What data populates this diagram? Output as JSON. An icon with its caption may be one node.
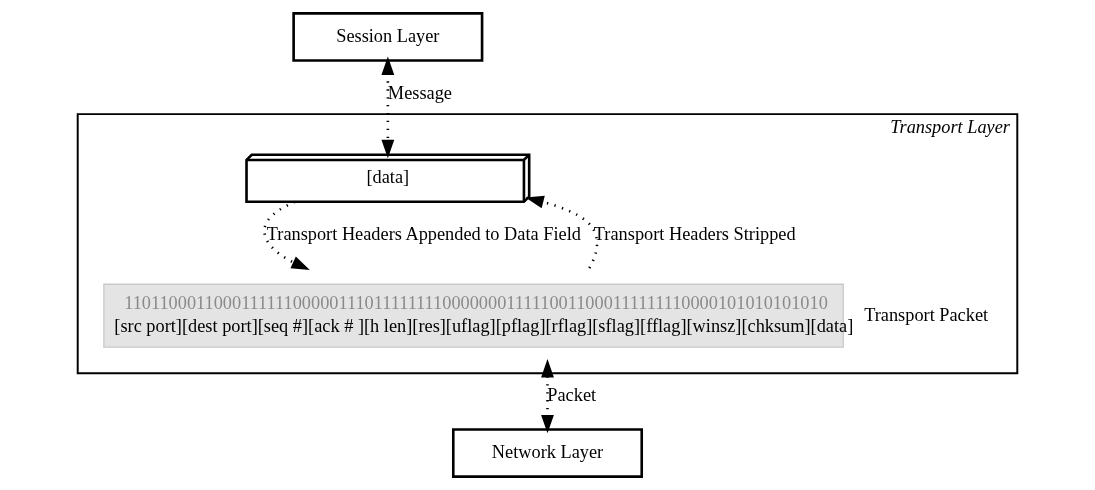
{
  "diagram": {
    "nodes": [
      {
        "text": [
          "Session Layer"
        ]
      },
      {
        "text": [
          "Transport Layer"
        ]
      },
      {
        "text": [
          "[data]"
        ],
        "in": 1
      },
      {
        "text": [
          "1101100011000111111000001110111111110000000111110011000111111110000101010101010",
          "[src port][dest port][seq #][ack # ][h len][res][uflag][pflag][rflag][sflag][fflag][winsz][chksum][data]"
        ],
        "in": 1,
        "beside": [
          "Transport Packet"
        ]
      },
      {
        "text": [
          "Network Layer"
        ]
      }
    ],
    "edges": [
      {
        "from": 0,
        "to": 2,
        "arrow": "both",
        "label": "Message",
        "style": "dashed"
      },
      {
        "from": 3,
        "to": 2,
        "arrow": "to",
        "label": "Transport Headers Stripped",
        "style": "dashed"
      },
      {
        "from": 2,
        "to": 3,
        "arrow": "to",
        "label": "Transport Headers Appended to Data Field",
        "style": "dashed"
      },
      {
        "from": 3,
        "to": 4,
        "arrow": "both",
        "label": "Packet",
        "style": "dashed"
      }
    ]
  }
}
